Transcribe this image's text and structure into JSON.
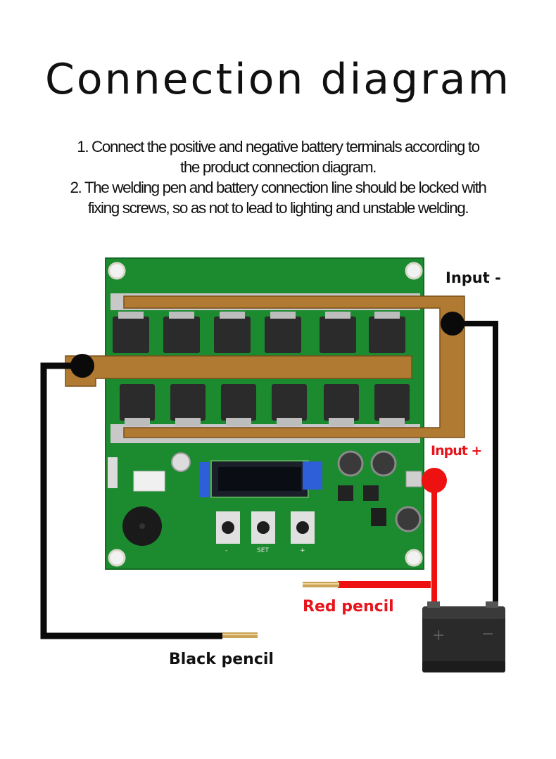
{
  "title": "Connection diagram",
  "instructions": [
    "1. Connect the positive and negative battery terminals according to",
    "the product connection diagram.",
    "2. The welding pen and battery connection line should be locked with",
    "fixing screws, so as not to lead to lighting and unstable welding."
  ],
  "labels": {
    "input_negative": "Input -",
    "input_positive": "Input +",
    "red_pencil": "Red pencil",
    "black_pencil": "Black pencil"
  },
  "board": {
    "buttons": [
      "-",
      "SET",
      "+"
    ]
  },
  "battery": {
    "plus": "+",
    "minus": "−"
  },
  "colors": {
    "pcb": "#1c8a2f",
    "copper": "#b07a32",
    "red_wire": "#ee1111",
    "black_wire": "#0a0a0a",
    "battery": "#2a2a2a",
    "input_positive_text": "#e8141c"
  }
}
